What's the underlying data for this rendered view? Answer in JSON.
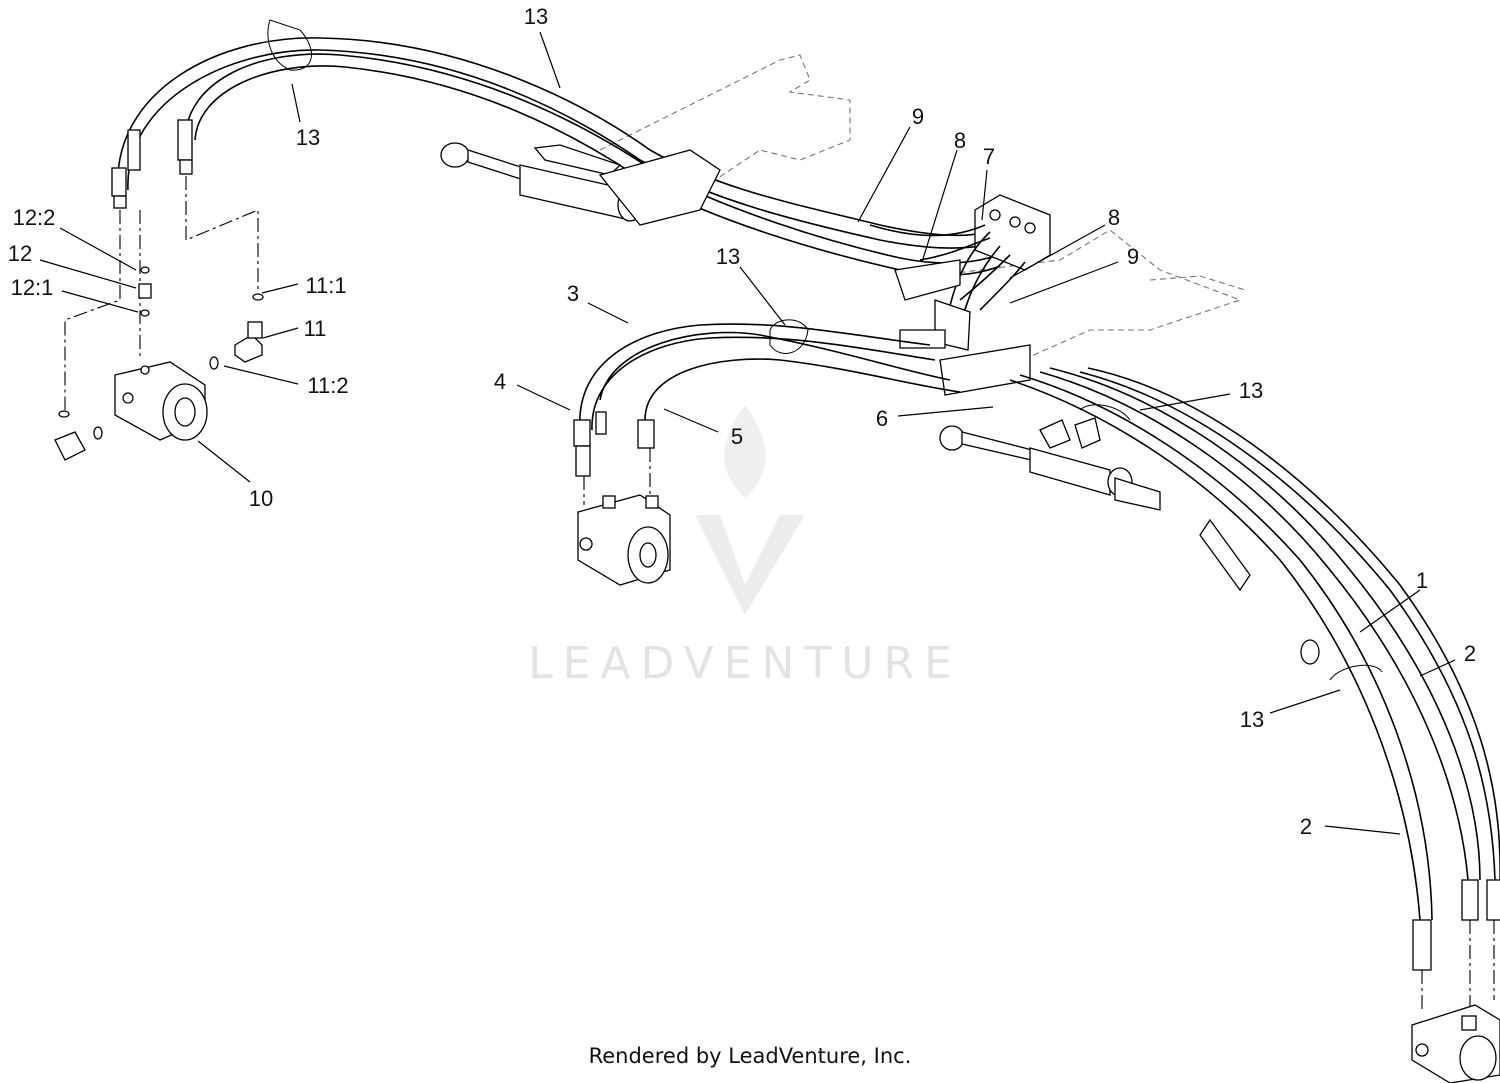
{
  "callouts": {
    "c1": "1",
    "c2a": "2",
    "c2b": "2",
    "c3": "3",
    "c4": "4",
    "c5": "5",
    "c6": "6",
    "c7": "7",
    "c8a": "8",
    "c8b": "8",
    "c9a": "9",
    "c9b": "9",
    "c10": "10",
    "c11": "11",
    "c11_1": "11:1",
    "c11_2": "11:2",
    "c12": "12",
    "c12_1": "12:1",
    "c12_2": "12:2",
    "c13a": "13",
    "c13b": "13",
    "c13c": "13",
    "c13d": "13",
    "c13e": "13"
  },
  "watermark": {
    "text": "LEADVENTURE"
  },
  "footer": {
    "text": "Rendered by LeadVenture, Inc."
  }
}
